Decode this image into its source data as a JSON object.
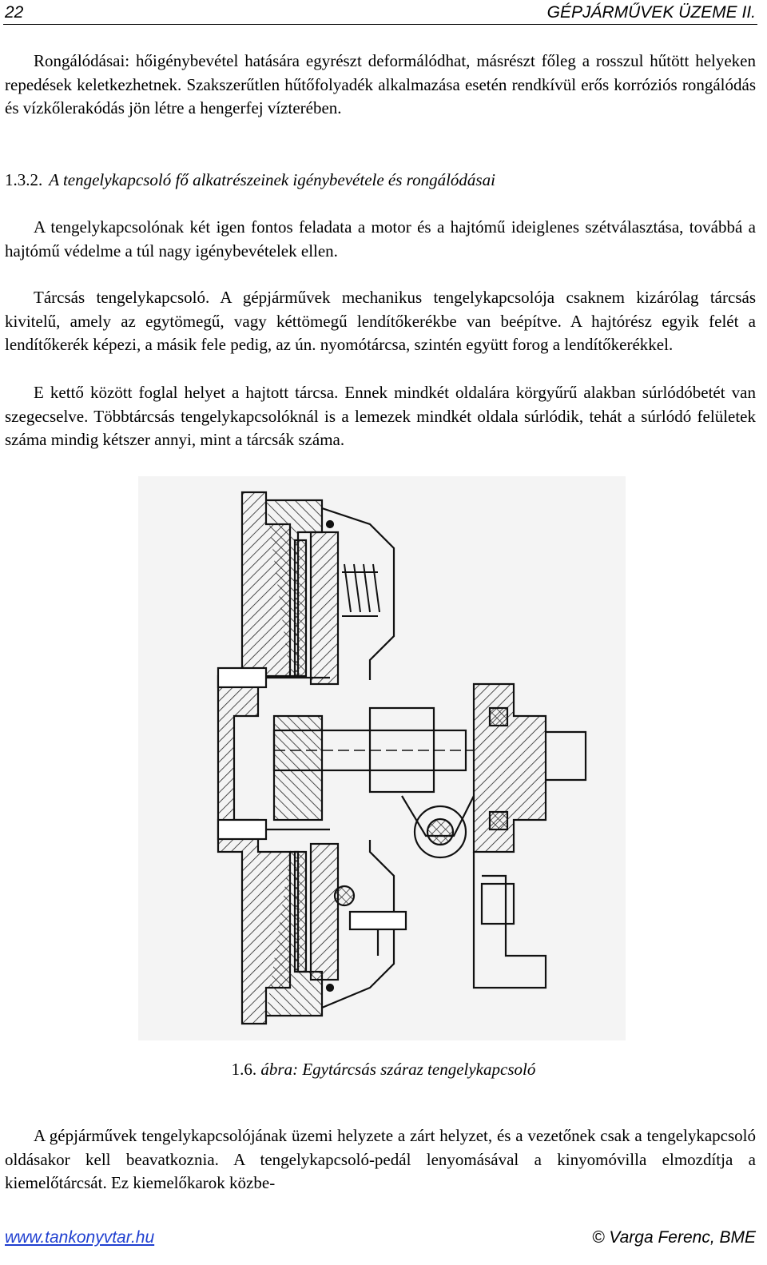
{
  "header": {
    "page_number": "22",
    "running_title": "GÉPJÁRMŰVEK ÜZEME II."
  },
  "paragraphs": {
    "p1": "Rongálódásai: hőigénybevétel hatására egyrészt deformálódhat, másrészt főleg a rosszul hűtött helyeken repedések keletkezhetnek. Szakszerűtlen hűtőfolyadék alkalmazása esetén rendkívül erős korróziós rongálódás és vízkőlerakódás jön létre a hengerfej vízterében.",
    "p2": "A tengelykapcsolónak két igen fontos feladata a motor és a hajtómű ideiglenes szétválasztása, továbbá a hajtómű védelme a túl nagy igénybevételek ellen.",
    "p3": "Tárcsás tengelykapcsoló. A gépjárművek mechanikus tengelykapcsolója csaknem kizárólag tárcsás kivitelű, amely az egytömegű, vagy kéttömegű lendítőkerékbe van beépítve. A hajtórész egyik felét a lendítőkerék képezi, a másik fele pedig, az ún. nyomótárcsa, szintén együtt forog a lendítőkerékkel.",
    "p4": "E kettő között foglal helyet a hajtott tárcsa. Ennek mindkét oldalára körgyűrű alakban súrlódóbetét van szegecselve. Többtárcsás tengelykapcsolóknál is a lemezek mindkét oldala súrlódik, tehát a súrlódó felületek száma mindig kétszer annyi, mint a tárcsák száma.",
    "p5": "A gépjárművek tengelykapcsolójának üzemi helyzete a zárt helyzet, és a vezetőnek csak a tengelykapcsoló oldásakor kell beavatkoznia. A tengelykapcsoló-pedál lenyomásával a kinyomóvilla elmozdítja a kiemelőtárcsát. Ez kiemelőkarok közbe-"
  },
  "section_heading": {
    "number": "1.3.2.",
    "title": "A tengelykapcsoló fő alkatrészeinek igénybevétele és rongálódásai"
  },
  "figure": {
    "caption_number": "1.6.",
    "caption_title": "ábra: Egytárcsás száraz tengelykapcsoló"
  },
  "footer": {
    "website": "www.tankonyvtar.hu",
    "author": "© Varga Ferenc, BME"
  }
}
